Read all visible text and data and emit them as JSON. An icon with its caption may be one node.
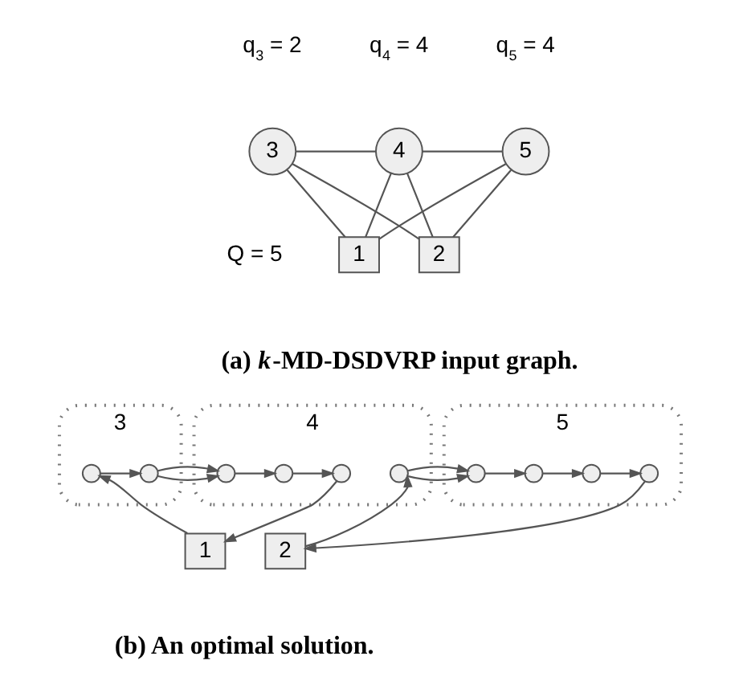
{
  "diagram": {
    "nodes": [
      {
        "text": [
          "3"
        ],
        "beside": [
          "q$_{3}$ = 2"
        ]
      },
      {
        "text": [
          "4"
        ],
        "beside": [
          "q$_{4}$ = 4"
        ]
      },
      {
        "text": [
          "5"
        ],
        "beside": [
          "q$_{5}$ = 4"
        ]
      },
      {
        "text": [
          "1"
        ]
      },
      {
        "text": [
          "2"
        ]
      },
      {
        "text": [
          "3"
        ]
      },
      {
        "text": [
          "4"
        ]
      },
      {
        "text": [
          "5"
        ]
      },
      {
        "text": [],
        "shape": "circle",
        "in": 5
      },
      {
        "text": [],
        "shape": "circle",
        "in": 5
      },
      {
        "text": [],
        "shape": "circle",
        "in": 6
      },
      {
        "text": [],
        "shape": "circle",
        "in": 6
      },
      {
        "text": [],
        "shape": "circle",
        "in": 6
      },
      {
        "text": [],
        "shape": "circle",
        "in": 6
      },
      {
        "text": [],
        "shape": "circle",
        "in": 7
      },
      {
        "text": [],
        "shape": "circle",
        "in": 7
      },
      {
        "text": [],
        "shape": "circle",
        "in": 7
      },
      {
        "text": [],
        "shape": "circle",
        "in": 7
      },
      {
        "text": [
          "1"
        ]
      },
      {
        "text": [
          "2"
        ]
      }
    ],
    "edges": [
      {
        "from": 0,
        "to": 1,
        "arrow": "none"
      },
      {
        "from": 1,
        "to": 2,
        "arrow": "none"
      },
      {
        "from": 0,
        "to": 3,
        "arrow": "none"
      },
      {
        "from": 0,
        "to": 4,
        "arrow": "none"
      },
      {
        "from": 1,
        "to": 3,
        "arrow": "none"
      },
      {
        "from": 1,
        "to": 4,
        "arrow": "none"
      },
      {
        "from": 2,
        "to": 3,
        "arrow": "none"
      },
      {
        "from": 2,
        "to": 4,
        "arrow": "none"
      },
      {
        "from": 18,
        "to": 8,
        "arrow": "to"
      },
      {
        "from": 8,
        "to": 9,
        "arrow": "to"
      },
      {
        "from": 9,
        "to": 10,
        "arrow": "to"
      },
      {
        "from": 10,
        "to": 11,
        "arrow": "to"
      },
      {
        "from": 11,
        "to": 12,
        "arrow": "to"
      },
      {
        "from": 12,
        "to": 18,
        "arrow": "to"
      },
      {
        "from": 19,
        "to": 13,
        "arrow": "to"
      },
      {
        "from": 13,
        "to": 14,
        "arrow": "to"
      },
      {
        "from": 14,
        "to": 15,
        "arrow": "to"
      },
      {
        "from": 15,
        "to": 16,
        "arrow": "to"
      },
      {
        "from": 16,
        "to": 17,
        "arrow": "to"
      },
      {
        "from": 17,
        "to": 19,
        "arrow": "to"
      }
    ],
    "labels": [
      "Q = 5",
      "(a) *k*-MD-DSDVRP input graph.",
      "(b) An optimal solution."
    ]
  }
}
